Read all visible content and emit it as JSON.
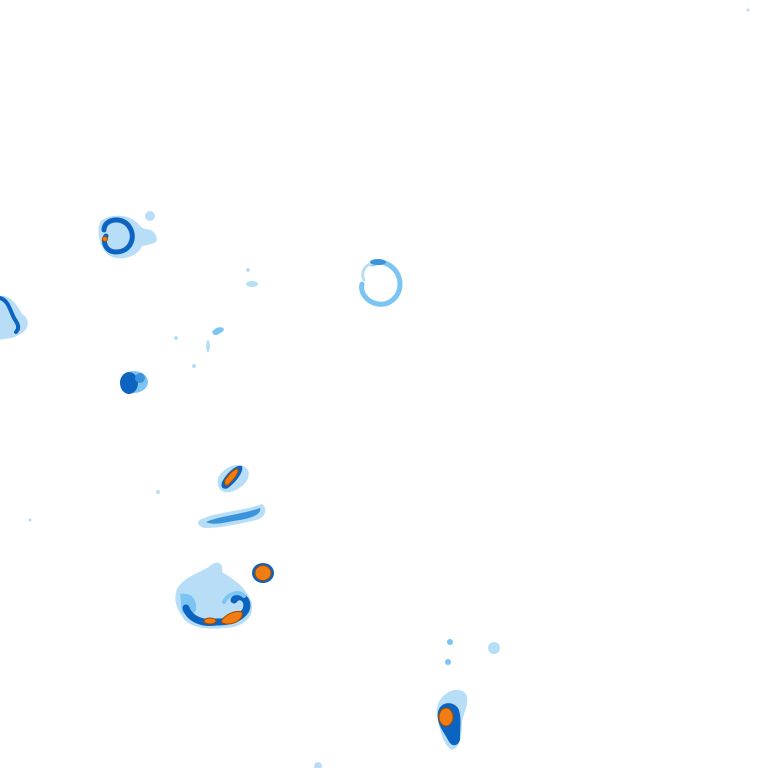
{
  "map": {
    "kind": "precipitation-radar-tile",
    "background_color": "#ffffff",
    "intensity_colors": {
      "very_light": "#b8def7",
      "light": "#7cc4f2",
      "moderate": "#3b93dc",
      "heavy": "#0d64c0",
      "very_heavy": "#f07d12",
      "very_heavy_outline": "#a64a00"
    },
    "cells": [
      {
        "id": "cell-ring-upper-left",
        "max_intensity": "very_heavy"
      },
      {
        "id": "cell-left-edge",
        "max_intensity": "heavy"
      },
      {
        "id": "cell-ring-center",
        "max_intensity": "moderate"
      },
      {
        "id": "cell-small-left",
        "max_intensity": "heavy"
      },
      {
        "id": "cell-center-streak",
        "max_intensity": "very_heavy"
      },
      {
        "id": "cell-band-center",
        "max_intensity": "moderate"
      },
      {
        "id": "cell-cluster-lower-left",
        "max_intensity": "very_heavy"
      },
      {
        "id": "cell-isolated-core",
        "max_intensity": "very_heavy"
      },
      {
        "id": "cell-bottom-center",
        "max_intensity": "very_heavy"
      },
      {
        "id": "cell-scattered-specks",
        "max_intensity": "very_light"
      }
    ]
  }
}
